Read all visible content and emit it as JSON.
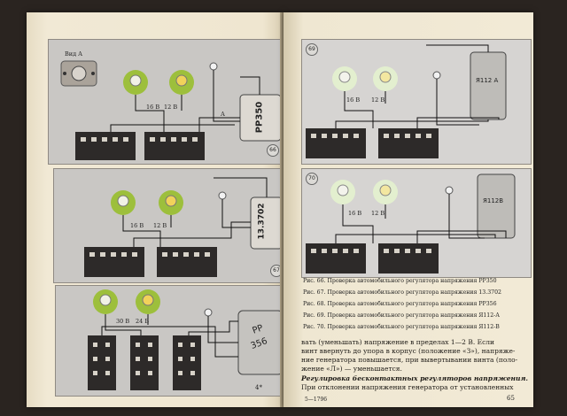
{
  "left_page": {
    "fig66": {
      "view_label": "Вид А",
      "pointer_label": "А",
      "regulator_label": "РР350",
      "voltages": [
        "16 В",
        "12 В"
      ],
      "number": "66"
    },
    "fig67": {
      "regulator_label": "13.3702",
      "voltages": [
        "16 В",
        "12 В"
      ],
      "number": "67"
    },
    "fig68": {
      "regulator_label_top": "РР",
      "regulator_label_bottom": "356",
      "voltages": [
        "30 В",
        "24 В"
      ]
    },
    "page_mark": "4*"
  },
  "right_page": {
    "fig69": {
      "regulator_label": "Я112 А",
      "number": "69",
      "voltages": [
        "16 В",
        "12 В"
      ]
    },
    "fig70": {
      "regulator_label": "Я112В",
      "number": "70",
      "voltages": [
        "16 В",
        "12 В"
      ]
    },
    "captions": [
      "Рис. 66. Проверка автомобильного регулятора напряжения РР350",
      "Рис. 67. Проверка автомобильного регулятора напряжения 13.3702",
      "Рис. 68. Проверка автомобильного регулятора напряжения РР356",
      "Рис. 69. Проверка автомобильного регулятора напряжения Я112-А",
      "Рис. 70. Проверка автомобильного регулятора напряжения Я112-В"
    ],
    "body_lines": [
      "вать (уменьшать) напряжение в пределах 1—2 В. Если",
      "винт ввернуть до упора в корпус (положение «З»), напряже-",
      "ние генератора повышается, при вывертывании винта (поло-",
      "жение «Л») — уменьшается."
    ],
    "heading": "Регулировка бесконтактных регуляторов напряжения.",
    "heading_tail": "При отклонении напряжения генератора от установленных",
    "footer_left": "5—1796",
    "page_number": "65"
  }
}
